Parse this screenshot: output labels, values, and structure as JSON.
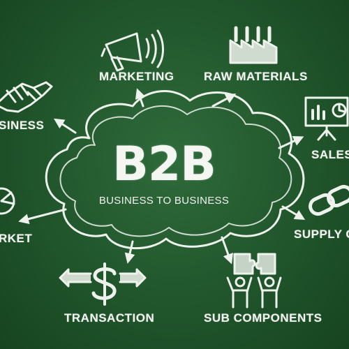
{
  "diagram": {
    "center": {
      "title": "B2B",
      "subtitle": "BUSINESS TO BUSINESS"
    },
    "nodes": [
      {
        "id": "business",
        "label": "SINESS",
        "icon": "handshake-icon"
      },
      {
        "id": "marketing",
        "label": "MARKETING",
        "icon": "megaphone-icon"
      },
      {
        "id": "raw_materials",
        "label": "RAW MATERIALS",
        "icon": "factory-icon"
      },
      {
        "id": "sales",
        "label": "SALES",
        "icon": "presentation-chart-icon"
      },
      {
        "id": "supply_chain",
        "label": "SUPPLY C",
        "icon": "chain-icon"
      },
      {
        "id": "sub_components",
        "label": "SUB COMPONENTS",
        "icon": "puzzle-people-icon"
      },
      {
        "id": "transaction",
        "label": "TRANSACTION",
        "icon": "dollar-arrows-icon"
      },
      {
        "id": "market",
        "label": "RKET",
        "icon": "pie-chart-icon"
      }
    ],
    "colors": {
      "board": "#23592e",
      "chalk": "#f1f4ef"
    }
  }
}
